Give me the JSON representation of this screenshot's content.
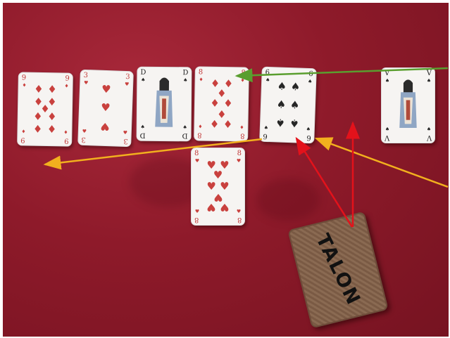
{
  "scene": {
    "surface_color": "#8e1a2a",
    "cards": [
      {
        "id": "nine-of-diamonds",
        "rank": "9",
        "suit": "diamonds",
        "color": "red",
        "pips": 9
      },
      {
        "id": "three-of-hearts",
        "rank": "3",
        "suit": "hearts",
        "color": "red",
        "pips": 3
      },
      {
        "id": "queen-of-spades",
        "rank": "D",
        "suit": "spades",
        "color": "black",
        "face": true
      },
      {
        "id": "eight-of-diamonds",
        "rank": "8",
        "suit": "diamonds",
        "color": "red",
        "pips": 8
      },
      {
        "id": "six-of-spades",
        "rank": "6",
        "suit": "spades",
        "color": "black",
        "pips": 6
      },
      {
        "id": "ace-of-spades",
        "rank": "V",
        "suit": "spades",
        "color": "black",
        "face": true
      },
      {
        "id": "eight-of-hearts",
        "rank": "8",
        "suit": "hearts",
        "color": "red",
        "pips": 8
      }
    ],
    "talon_label": "TALON",
    "arrow_colors": {
      "green": "#5a9e2f",
      "yellow": "#f2b01e",
      "red": "#e3121b"
    }
  }
}
